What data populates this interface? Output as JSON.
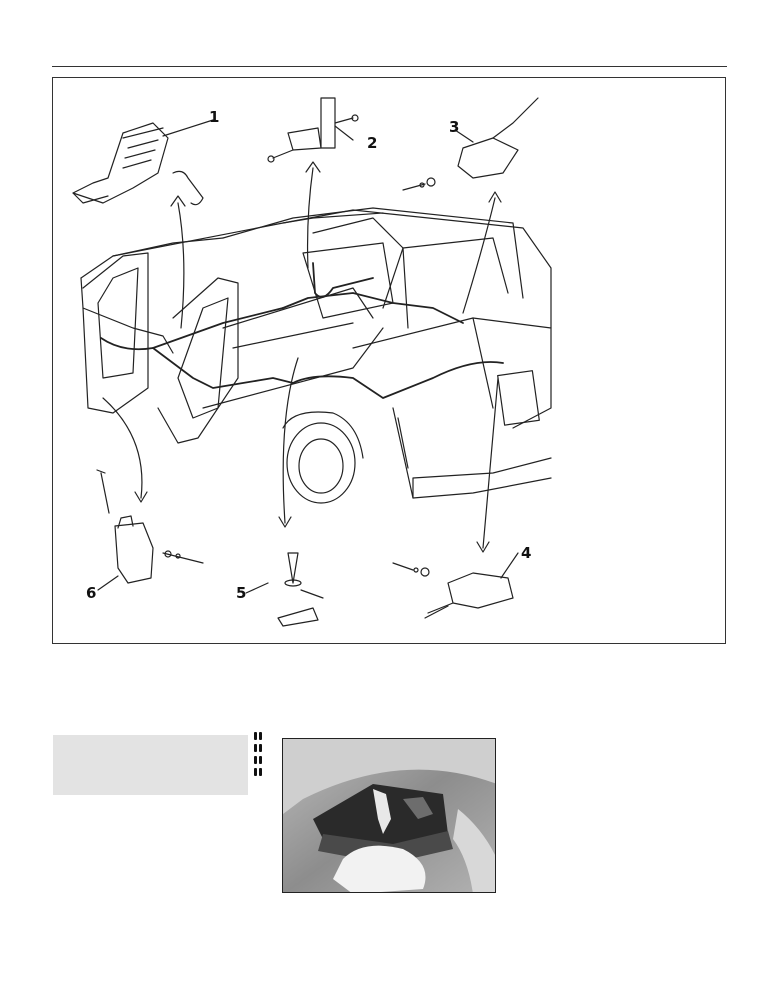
{
  "figure": {
    "callouts": [
      {
        "id": "1",
        "label": "1"
      },
      {
        "id": "2",
        "label": "2"
      },
      {
        "id": "3",
        "label": "3"
      },
      {
        "id": "4",
        "label": "4"
      },
      {
        "id": "5",
        "label": "5"
      },
      {
        "id": "6",
        "label": "6"
      }
    ]
  },
  "icons": {
    "difficulty": "tool-rating-icon",
    "photo": "door-lock-photo"
  },
  "colors": {
    "ink": "#222222",
    "panel": "#e3e3e3"
  }
}
